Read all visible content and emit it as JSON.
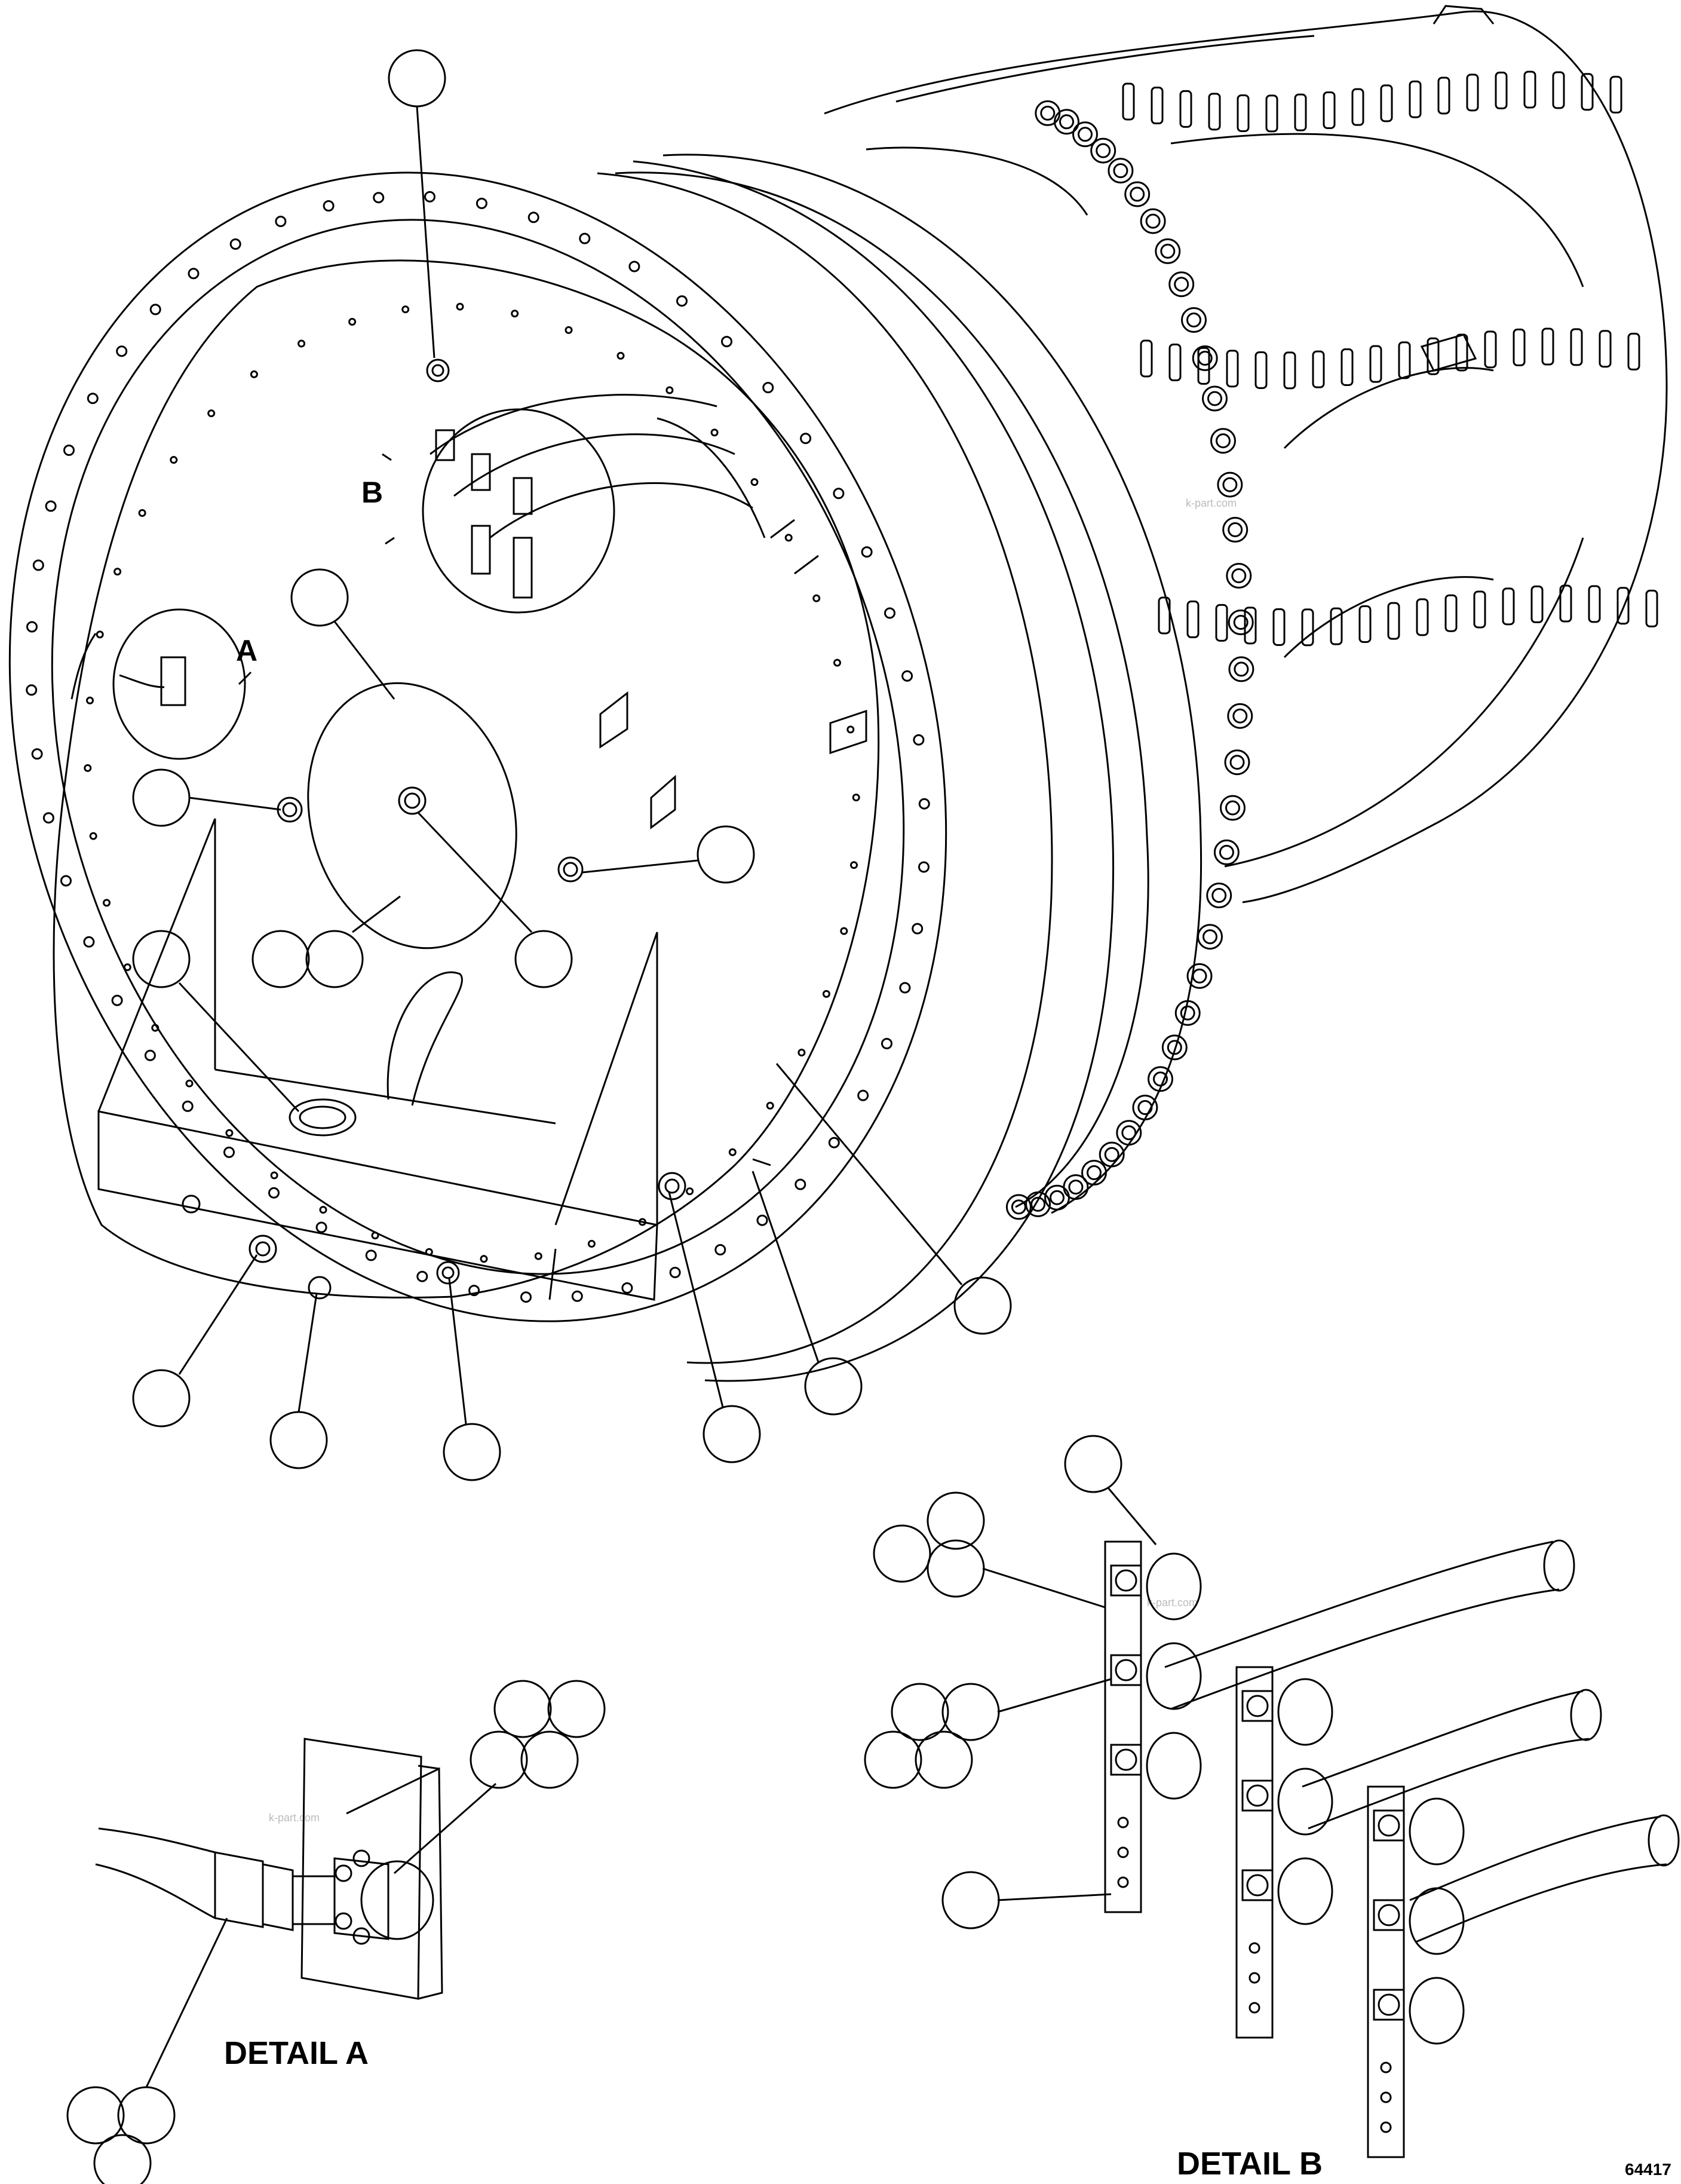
{
  "diagram": {
    "detail_marks": {
      "a": "A",
      "b": "B"
    },
    "captions": {
      "detail_a": "DETAIL A",
      "detail_b": "DETAIL B"
    },
    "figure_number": "64417",
    "watermark": "k-part.com"
  }
}
